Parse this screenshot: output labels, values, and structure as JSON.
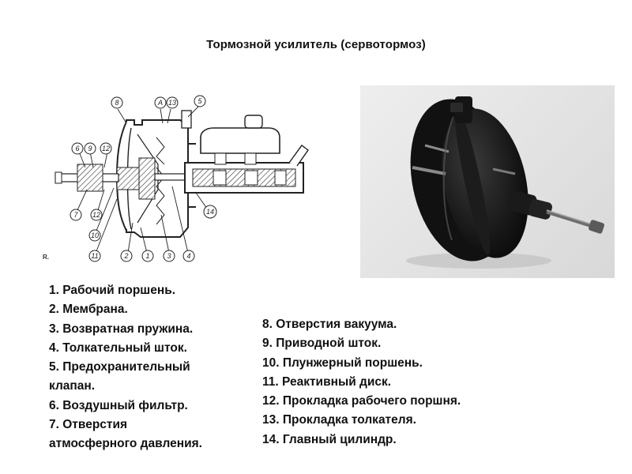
{
  "title": "Тормозной усилитель (сервотормоз)",
  "diagram": {
    "corner_mark": "R.",
    "callouts": [
      "8",
      "A",
      "13",
      "5",
      "6",
      "9",
      "12",
      "7",
      "12",
      "10",
      "11",
      "2",
      "1",
      "3",
      "4",
      "14"
    ]
  },
  "legend_left": [
    "1. Рабочий поршень.",
    "2. Мембрана.",
    "3. Возвратная пружина.",
    "4. Толкательный шток.",
    "5. Предохранительный",
    "клапан.",
    "6. Воздушный фильтр.",
    "7. Отверстия",
    "атмосферного давления."
  ],
  "legend_right": [
    "8. Отверстия вакуума.",
    "9. Приводной шток.",
    "10. Плунжерный поршень.",
    "11. Реактивный диск.",
    "12. Прокладка рабочего поршня.",
    "13. Прокладка толкателя.",
    "14. Главный цилиндр."
  ],
  "colors": {
    "background": "#ffffff",
    "text": "#111111",
    "photo_background": "#e4e4e4",
    "booster_body": "#141414"
  }
}
